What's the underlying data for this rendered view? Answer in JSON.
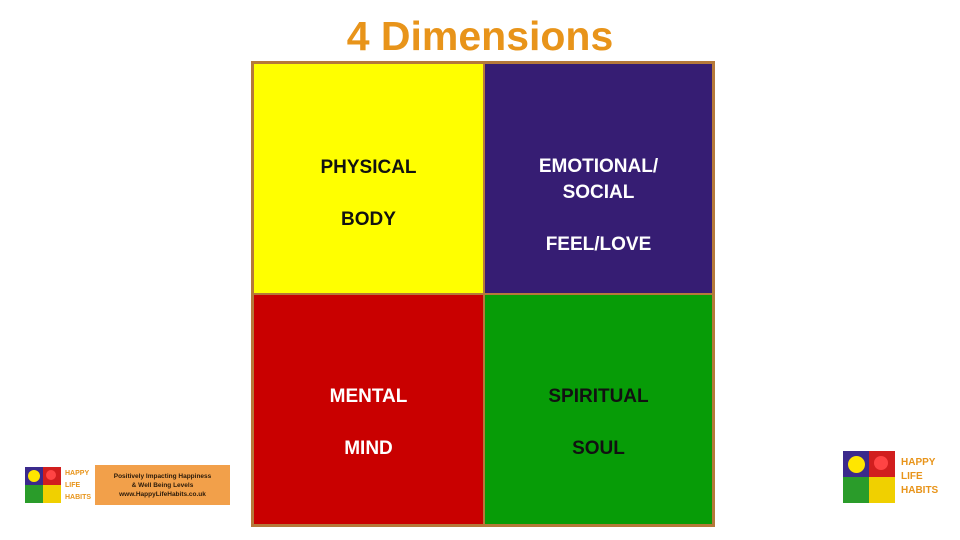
{
  "title": "4 Dimensions",
  "quadrants": {
    "physical": {
      "line1": "PHYSICAL",
      "line2": "BODY",
      "color": "#ffff00"
    },
    "emotional": {
      "line1": "EMOTIONAL/",
      "line2": "SOCIAL",
      "line3": "FEEL/LOVE",
      "color": "#361d73"
    },
    "mental": {
      "line1": "MENTAL",
      "line2": "MIND",
      "color": "#c90000"
    },
    "spiritual": {
      "line1": "SPIRITUAL",
      "line2": "SOUL",
      "color": "#079c07"
    }
  },
  "logo_left": {
    "brand": [
      "HAPPY",
      "LIFE",
      "HABITS"
    ],
    "tagline_1": "Positively Impacting Happiness",
    "tagline_2": "& Well Being Levels",
    "url": "www.HappyLifeHabits.co.uk"
  },
  "logo_right": {
    "brand": [
      "HAPPY",
      "LIFE",
      "HABITS"
    ]
  },
  "colors": {
    "title": "#e8941a",
    "grid_border": "#b5793a"
  }
}
